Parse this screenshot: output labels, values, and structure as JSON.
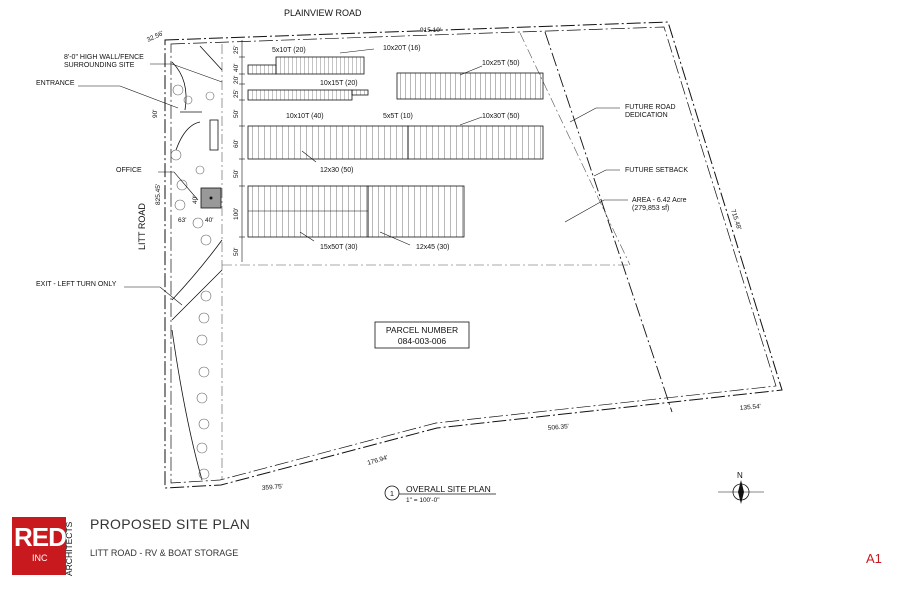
{
  "roads": {
    "north": "PLAINVIEW ROAD",
    "west": "LITT ROAD"
  },
  "dimensions": {
    "north_boundary": "915.10'",
    "northwest_corner": "32.56'",
    "west_boundary": "825.45'",
    "east_boundary": "715.48'",
    "south_1": "359.75'",
    "south_2": "176.94'",
    "south_3": "506.35'",
    "south_4": "135.54'"
  },
  "row_dims": [
    "25'",
    "40'",
    "20'",
    "25'",
    "50'",
    "60'",
    "50'",
    "100'",
    "50'"
  ],
  "office_dims": {
    "w": "63'",
    "h": "40'",
    "w2": "40'",
    "entry": "90'"
  },
  "units": {
    "u5x10T": "5x10T (20)",
    "u10x20T": "10x20T (16)",
    "u10x15T": "10x15T (20)",
    "u10x10T": "10x10T (40)",
    "u5x5T": "5x5T (10)",
    "u10x25T": "10x25T (50)",
    "u10x30T": "10x30T (50)",
    "u12x30": "12x30 (50)",
    "u15x50T": "15x50T (30)",
    "u12x45": "12x45 (30)"
  },
  "notes": {
    "wall": "8'-0\" HIGH WALL/FENCE",
    "wall2": "SURROUNDING SITE",
    "entrance": "ENTRANCE",
    "office": "OFFICE",
    "exit": "EXIT - LEFT TURN ONLY",
    "future_road": "FUTURE ROAD",
    "future_road2": "DEDICATION",
    "future_setback": "FUTURE SETBACK",
    "area": "AREA - 6.42 Acre",
    "area2": "(279,853 sf)"
  },
  "parcel": {
    "label": "PARCEL NUMBER",
    "number": "084-003-006"
  },
  "drawing_title": {
    "number": "1",
    "title": "OVERALL SITE PLAN",
    "scale": "1\" = 100'-0\""
  },
  "north_arrow": {
    "label": "N"
  },
  "title_block": {
    "logo": "RED",
    "logo_inc": "INC",
    "logo_side": "ARCHITECTS",
    "title": "PROPOSED SITE PLAN",
    "subtitle": "LITT ROAD - RV & BOAT STORAGE",
    "sheet": "A1"
  },
  "colors": {
    "brand": "#c8191e",
    "line": "#111111"
  }
}
